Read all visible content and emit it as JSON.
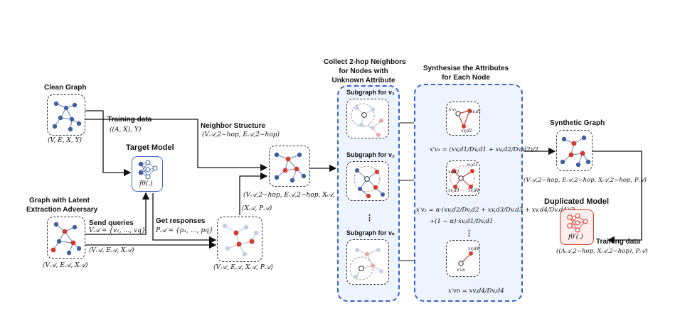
{
  "inputs": {
    "clean_graph": {
      "title": "Clean Graph",
      "tuple": "(V, E, X, Y)"
    },
    "adversary_graph": {
      "title": [
        "Graph with Latent",
        "Extraction Adversary"
      ],
      "tuple": "(V𝒜, E𝒜, X𝒜)"
    }
  },
  "target_model": {
    "title": "Target Model",
    "function": "fθ(.)"
  },
  "training": {
    "label": "Training data",
    "value": "((A, X), Y)"
  },
  "queries": {
    "send_label": "Send queries",
    "send_value": "V𝒜 = {v₁, …, vq}",
    "send_tuple": "(V𝒜, E𝒜, X𝒜)",
    "responses_label": "Get responses",
    "responses_value": "P𝒜 = {p₁, …, pq}",
    "response_graph_tuple": "(V𝒜, E𝒜, X𝒜, P𝒜)",
    "up_tuple": "(X𝒜, P𝒜)"
  },
  "neighbor": {
    "label": "Neighbor Structure",
    "value": "(V𝒜,2−hop, E𝒜,2−hop)",
    "graph_tuple": "(V𝒜,2−hop, E𝒜,2−hop, X𝒜, P𝒜)"
  },
  "collect_panel": {
    "title": [
      "Collect 2-hop Neighbors",
      "for Nodes with",
      "Unknown Attribute"
    ],
    "subgraphs": [
      "Subgraph for v₁",
      "Subgraph for v₂",
      "Subgraph for vₙ"
    ],
    "ellipsis": "⋮"
  },
  "synth_panel": {
    "title": [
      "Synthesise the Attributes",
      "for Each Node"
    ],
    "formula1": "x′v₁ = (xv,d1/Dv,d1 + xv,d2/Dv,d2)/2",
    "formula2a": "x′v₂ = α·(xv,d2/Dv,d2 + xv,d3/Dv,d3 + xv,d4/Dv,d4)/3",
    "formula2b": "+(1 − α)·xv,d1/Dv,d1",
    "formula3": "x′vn = xv,d4/Dv,d4",
    "ellipsis": "⋮",
    "node_labels": [
      "x′v₁",
      "xv,d1",
      "xv,d2",
      "xv,d1",
      "xv,d2",
      "xv,d3",
      "xv,d4",
      "xv,d4",
      "x′vn"
    ]
  },
  "synthetic": {
    "title": "Synthetic Graph",
    "tuple": "(V𝒜,2−hop, E𝒜,2−hop, X𝒜,2−hop, P𝒜)"
  },
  "duplicated": {
    "title": "Duplicated Model",
    "function": "fθ′(.)"
  },
  "final_training": {
    "label": "Training data",
    "value": "((A𝒜,2−hop, X𝒜,2−hop), P𝒜)"
  },
  "colors": {
    "node_blue": "#3f5f9e",
    "node_red": "#d43a2f",
    "panel_border": "#3a63c9",
    "panel_fill": "#eef4ff",
    "duplicated": "#d23a2f"
  }
}
